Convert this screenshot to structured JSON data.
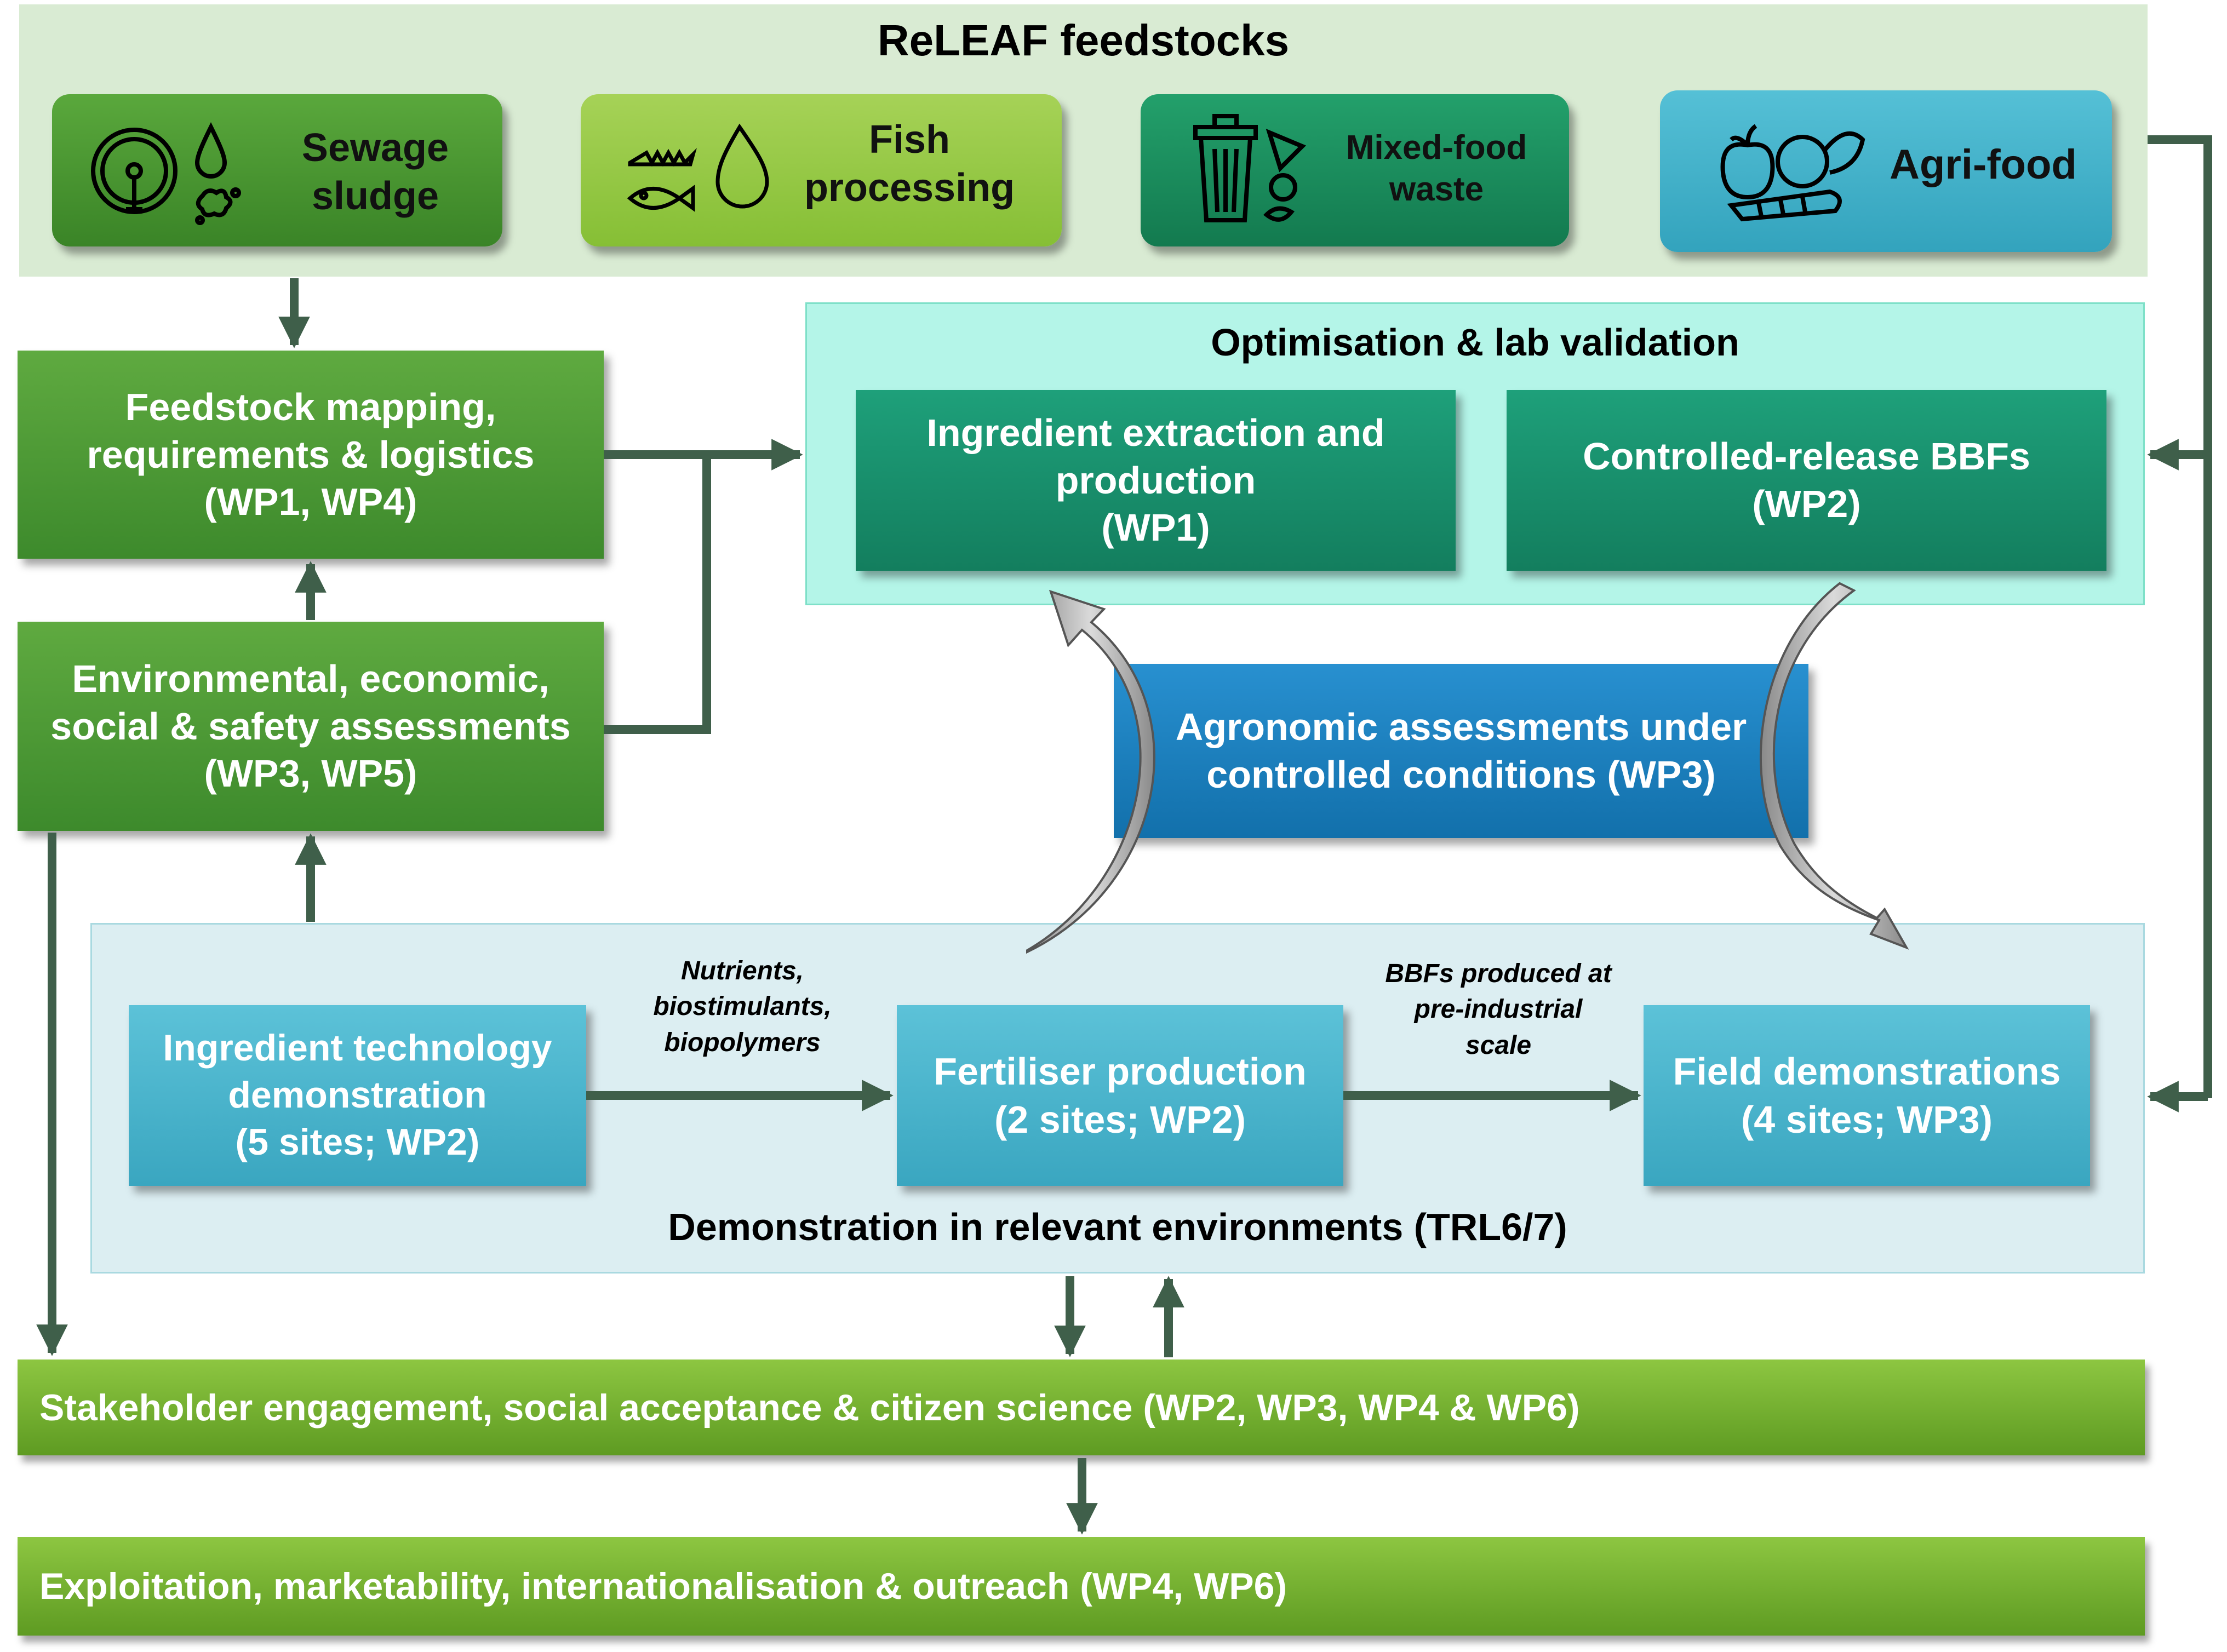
{
  "feedstocks": {
    "title": "ReLEAF feedstocks",
    "items": [
      {
        "id": "sewage",
        "line1": "Sewage",
        "line2": "sludge",
        "icon": "sewage-sludge-icon",
        "color": "#3c8a2a"
      },
      {
        "id": "fish",
        "line1": "Fish",
        "line2": "processing",
        "icon": "fish-processing-icon",
        "color": "#8cc63f"
      },
      {
        "id": "mixed",
        "line1": "Mixed-food",
        "line2": "waste",
        "icon": "trash-bin-icon",
        "color": "#1a8a5a"
      },
      {
        "id": "agri",
        "line1": "Agri-food",
        "line2": "",
        "icon": "vegetables-icon",
        "color": "#3fb1c8"
      }
    ]
  },
  "left": {
    "mapping": {
      "line1": "Feedstock mapping,",
      "line2": "requirements & logistics",
      "line3": "(WP1, WP4)"
    },
    "assessments": {
      "line1": "Environmental, economic,",
      "line2": "social & safety assessments",
      "line3": "(WP3, WP5)"
    }
  },
  "optimisation": {
    "title": "Optimisation & lab validation",
    "extraction": {
      "line1": "Ingredient extraction and",
      "line2": "production",
      "line3": "(WP1)"
    },
    "bbf": {
      "line1": "Controlled-release BBFs",
      "line2": "(WP2)"
    }
  },
  "agronomic": {
    "line1": "Agronomic assessments under",
    "line2": "controlled conditions (WP3)"
  },
  "demonstration": {
    "title": "Demonstration in relevant environments (TRL6/7)",
    "ingredient": {
      "line1": "Ingredient technology",
      "line2": "demonstration",
      "line3": "(5 sites; WP2)"
    },
    "fertiliser": {
      "line1": "Fertiliser production",
      "line2": "(2 sites; WP2)"
    },
    "field": {
      "line1": "Field demonstrations",
      "line2": "(4 sites; WP3)"
    },
    "annotation1": {
      "line1": "Nutrients,",
      "line2": "biostimulants,",
      "line3": "biopolymers"
    },
    "annotation2": {
      "line1": "BBFs produced at",
      "line2": "pre-industrial",
      "line3": "scale"
    }
  },
  "stakeholder": "Stakeholder engagement, social acceptance & citizen science (WP2, WP3, WP4 & WP6)",
  "exploitation": "Exploitation, marketability, internationalisation & outreach (WP4, WP6)",
  "colors": {
    "arrow": "#3f5f4a",
    "feedstock_panel": "#d9ebd3",
    "optimisation_panel": "#b4f5e8",
    "demonstration_panel": "#dceef2",
    "green_box": "#4e9c33",
    "teal_box": "#17936e",
    "blue_box": "#1a7fbf",
    "cyan_box": "#42b4cc"
  }
}
